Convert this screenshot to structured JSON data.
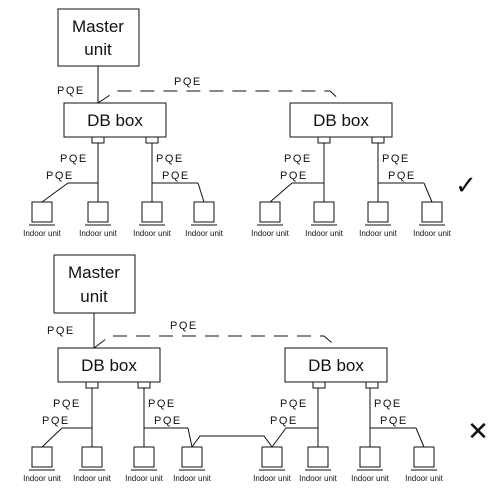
{
  "colors": {
    "line": "#111111",
    "background": "#ffffff"
  },
  "diagram_correct": {
    "master_line1": "Master",
    "master_line2": "unit",
    "db_box_left": "DB box",
    "db_box_right": "DB box",
    "pqe": "PQE",
    "indoor_unit": "Indoor unit",
    "mark": "✓",
    "mark_icon": "check-icon"
  },
  "diagram_incorrect": {
    "master_line1": "Master",
    "master_line2": "unit",
    "db_box_left": "DB box",
    "db_box_right": "DB box",
    "pqe": "PQE",
    "indoor_unit": "Indoor unit",
    "mark": "✕",
    "mark_icon": "cross-icon"
  }
}
